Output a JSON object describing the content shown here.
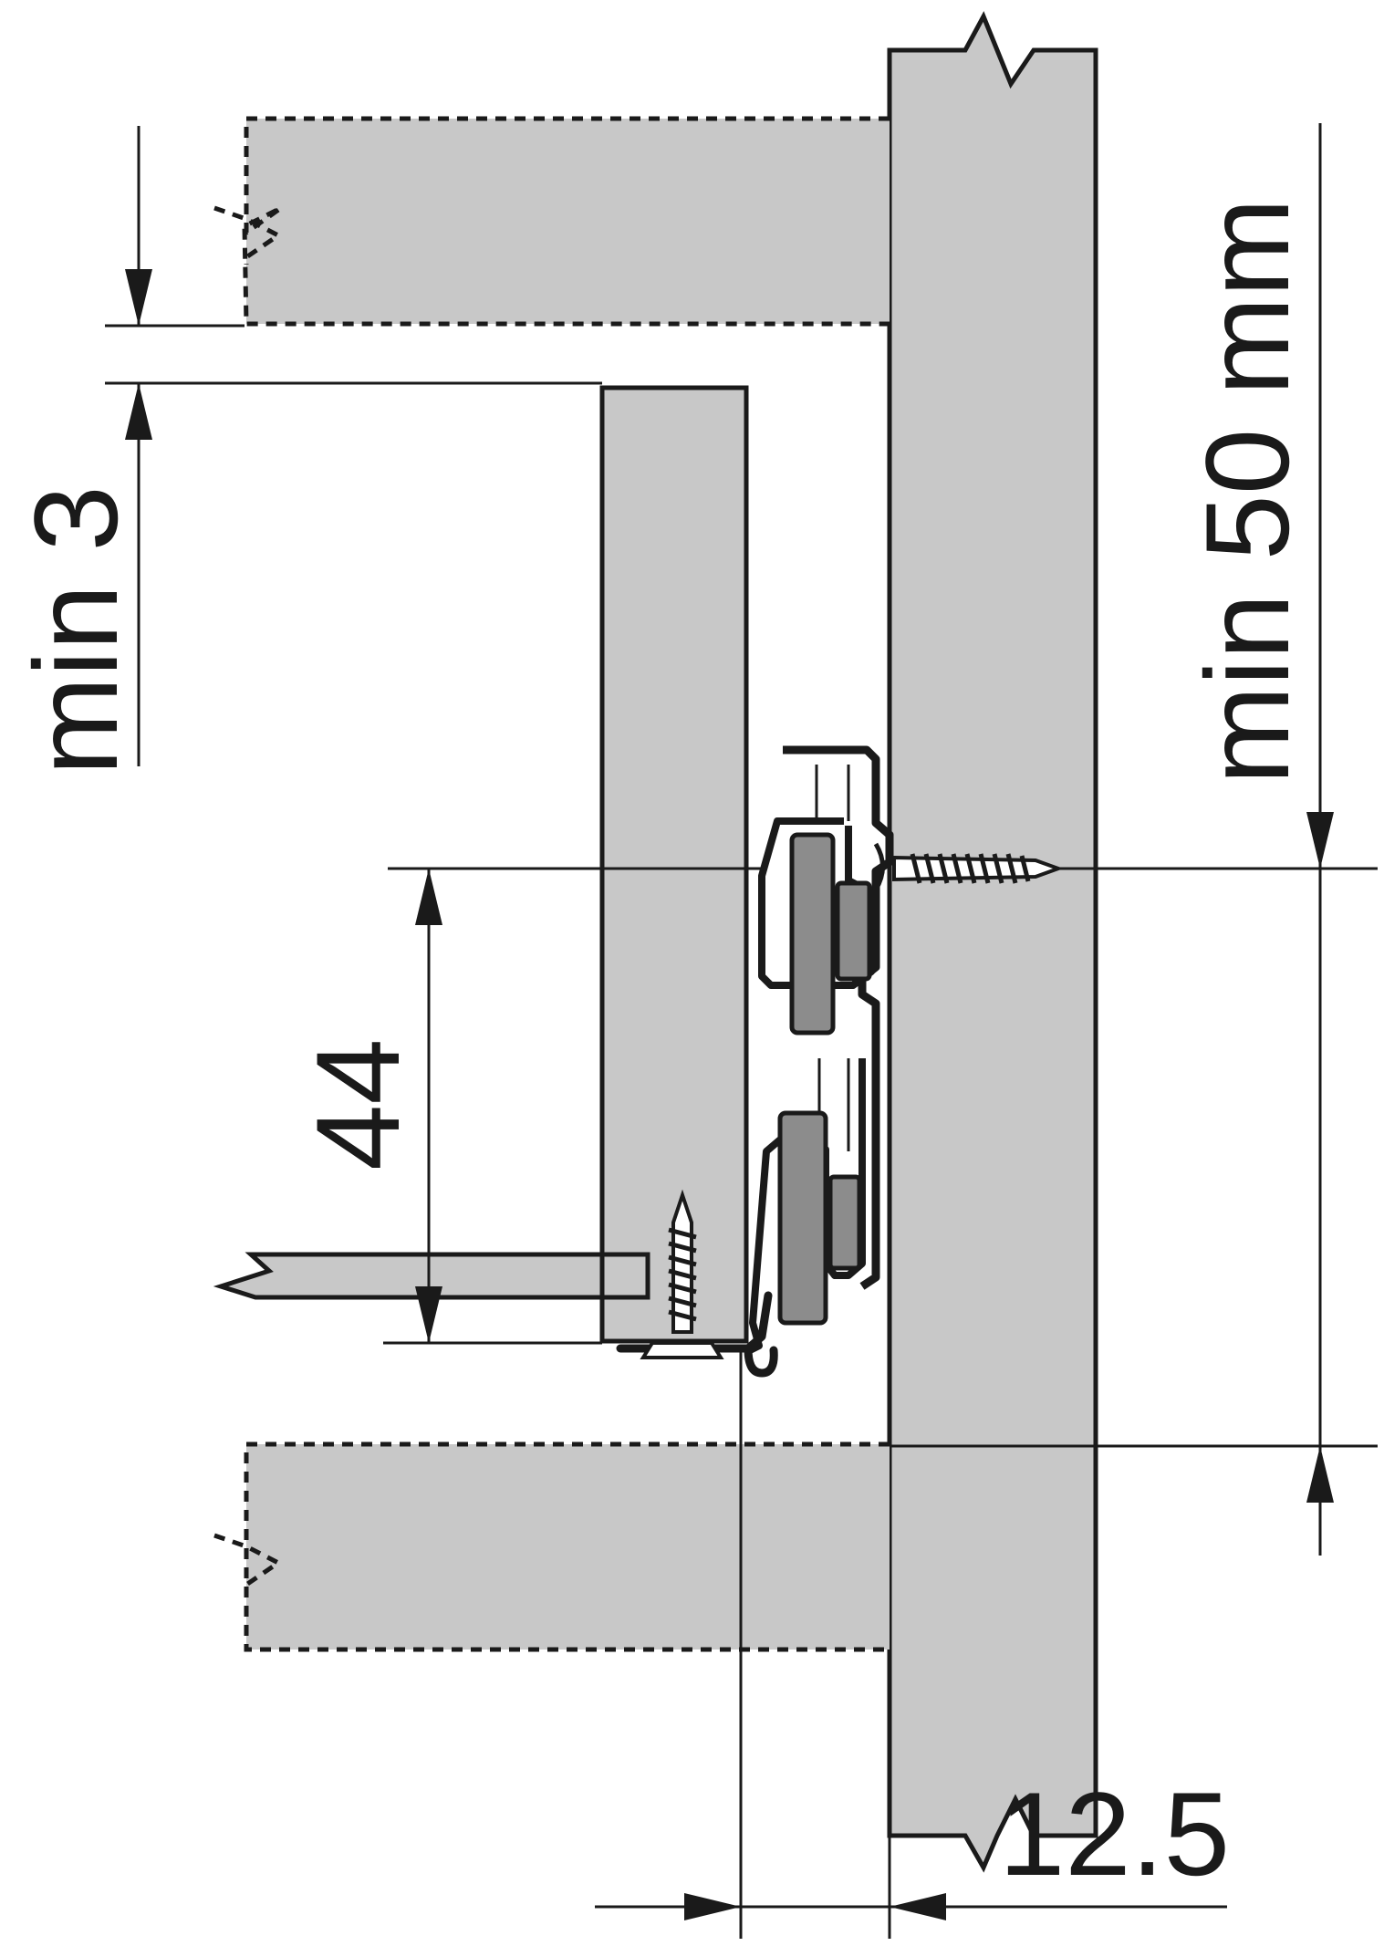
{
  "dimensions": {
    "min_3": "min 3",
    "min_50": "min 50 mm",
    "d44": "44",
    "d12_5": "12.5"
  },
  "colors": {
    "line": "#1a1a1a",
    "panel_fill": "#c8c8c8",
    "roller_fill": "#8c8c8c",
    "background": "#ffffff"
  }
}
